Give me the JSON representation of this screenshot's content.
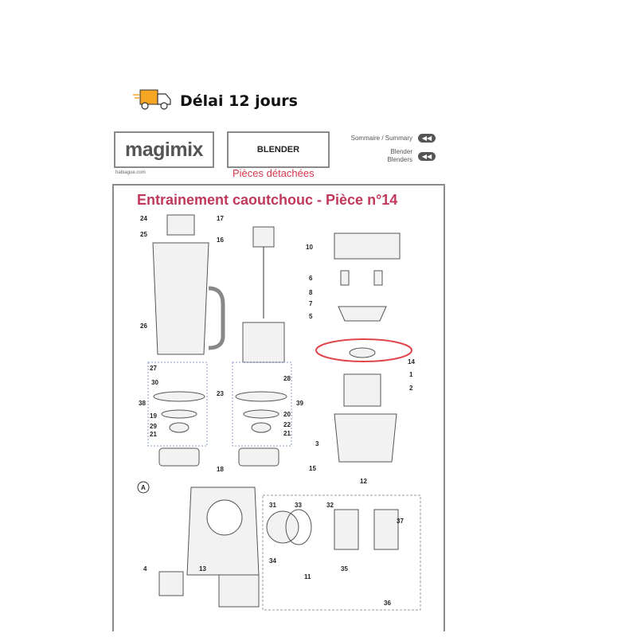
{
  "delivery": {
    "icon": "delivery-truck-icon",
    "text": "Délai 12 jours"
  },
  "header": {
    "brand": "magimix",
    "website": "habiague.com",
    "model": "BLENDER",
    "subtitle": "Pièces détachées",
    "nav_summary": "Sommaire / Summary",
    "nav_blender_1": "Blender",
    "nav_blender_2": "Blenders",
    "nav_button": "◀◀"
  },
  "diagram": {
    "title": "Entrainement caoutchouc - Pièce n°14",
    "highlight_color": "#e0454a",
    "parts": [
      "24",
      "25",
      "26",
      "27",
      "30",
      "23",
      "38",
      "19",
      "29",
      "21",
      "17",
      "16",
      "28",
      "39",
      "20",
      "22",
      "21",
      "18",
      "10",
      "6",
      "8",
      "7",
      "5",
      "14",
      "1",
      "2",
      "3",
      "15",
      "12",
      "A",
      "31",
      "33",
      "32",
      "37",
      "34",
      "35",
      "11",
      "4",
      "13",
      "36"
    ]
  }
}
